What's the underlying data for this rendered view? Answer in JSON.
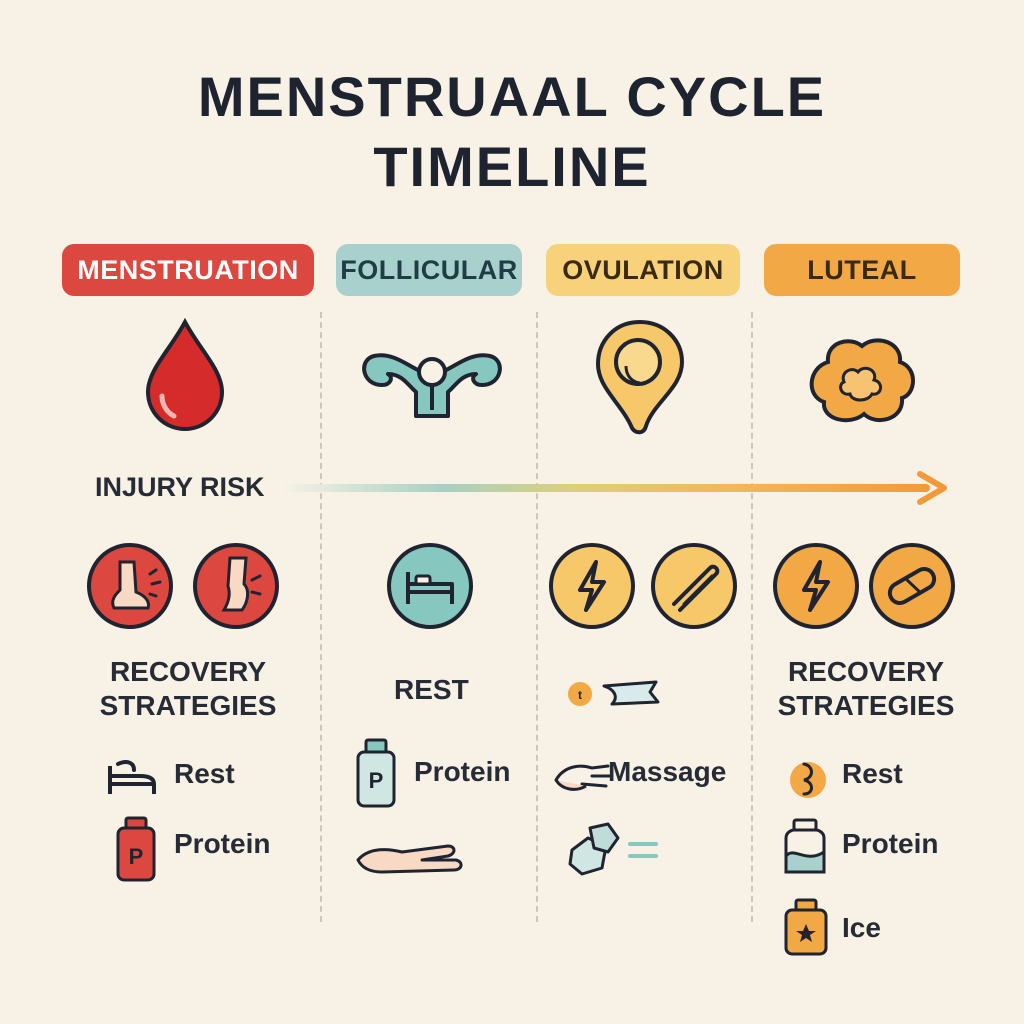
{
  "title": {
    "line1": "MENSTRUAAL CYCLE",
    "line2": "TIMELINE"
  },
  "phases": [
    {
      "label": "MENSTRUATION",
      "bg": "#dc4840",
      "fg": "#ffffff"
    },
    {
      "label": "FOLLICULAR",
      "bg": "#a8d0cc",
      "fg": "#1f3d44"
    },
    {
      "label": "OVULATION",
      "bg": "#f8d27a",
      "fg": "#3a2a10"
    },
    {
      "label": "LUTEAL",
      "bg": "#f2a845",
      "fg": "#3a2a10"
    }
  ],
  "injury_risk": "INJURY RISK",
  "columns": {
    "menstruation": {
      "heading": "RECOVERY STRATEGIES",
      "items": [
        "Rest",
        "Protein"
      ]
    },
    "follicular": {
      "heading": "REST",
      "items": [
        "Protein"
      ]
    },
    "ovulation": {
      "items": [
        "Massage"
      ]
    },
    "luteal": {
      "heading": "RECOVERY STRATEGIES",
      "items": [
        "Rest",
        "Protein",
        "Ice"
      ]
    }
  }
}
